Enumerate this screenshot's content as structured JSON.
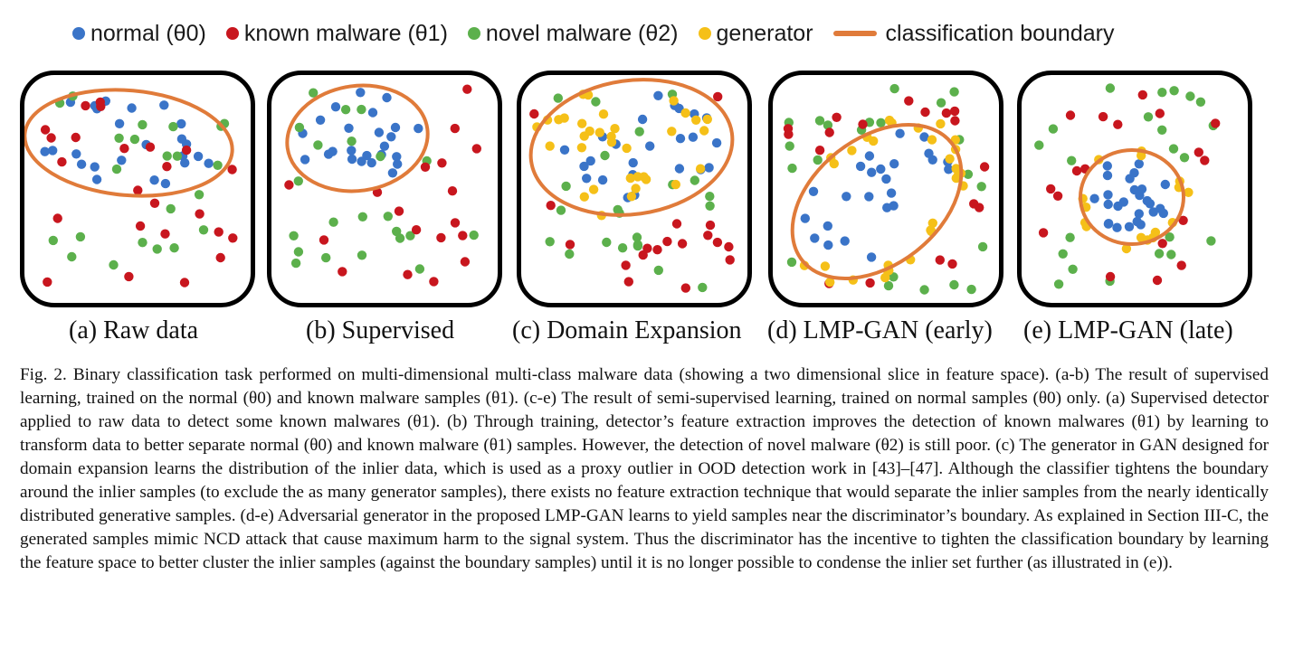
{
  "colors": {
    "normal": "#3a74c8",
    "known_malware": "#c8161e",
    "novel_malware": "#5cb04c",
    "generator": "#f5c018",
    "boundary": "#e07b3a"
  },
  "legend": {
    "normal": "normal (θ0)",
    "known_malware": "known malware (θ1)",
    "novel_malware": "novel malware (θ2)",
    "generator": "generator",
    "boundary": "classification boundary"
  },
  "panels": [
    {
      "caption": "(a) Raw data"
    },
    {
      "caption": "(b) Supervised"
    },
    {
      "caption": "(c) Domain Expansion"
    },
    {
      "caption": "(d) LMP-GAN (early)"
    },
    {
      "caption": "(e) LMP-GAN (late)"
    }
  ],
  "caption": "Fig. 2. Binary classification task performed on multi-dimensional multi-class malware data (showing a two dimensional slice in feature space). (a-b) The result of supervised learning, trained on the normal (θ0) and known malware samples (θ1). (c-e) The result of semi-supervised learning, trained on normal samples (θ0) only. (a) Supervised detector applied to raw data to detect some known malwares (θ1). (b) Through training, detector’s feature extraction improves the detection of known malwares (θ1) by learning to transform data to better separate normal (θ0) and known malware (θ1) samples. However, the detection of novel malware (θ2) is still poor. (c) The generator in GAN designed for domain expansion learns the distribution of the inlier data, which is used as a proxy outlier in OOD detection work in [43]–[47]. Although the classifier tightens the boundary around the inlier samples (to exclude the as many generator samples), there exists no feature extraction technique that would separate the inlier samples from the nearly identically distributed generative samples. (d-e) Adversarial generator in the proposed LMP-GAN learns to yield samples near the discriminator’s boundary. As explained in Section III-C, the generated samples mimic NCD attack that cause maximum harm to the signal system. Thus the discriminator has the incentive to tighten the classification boundary by learning the feature space to better cluster the inlier samples (against the boundary samples) until it is no longer possible to condense the inlier set further (as illustrated in (e))."
}
